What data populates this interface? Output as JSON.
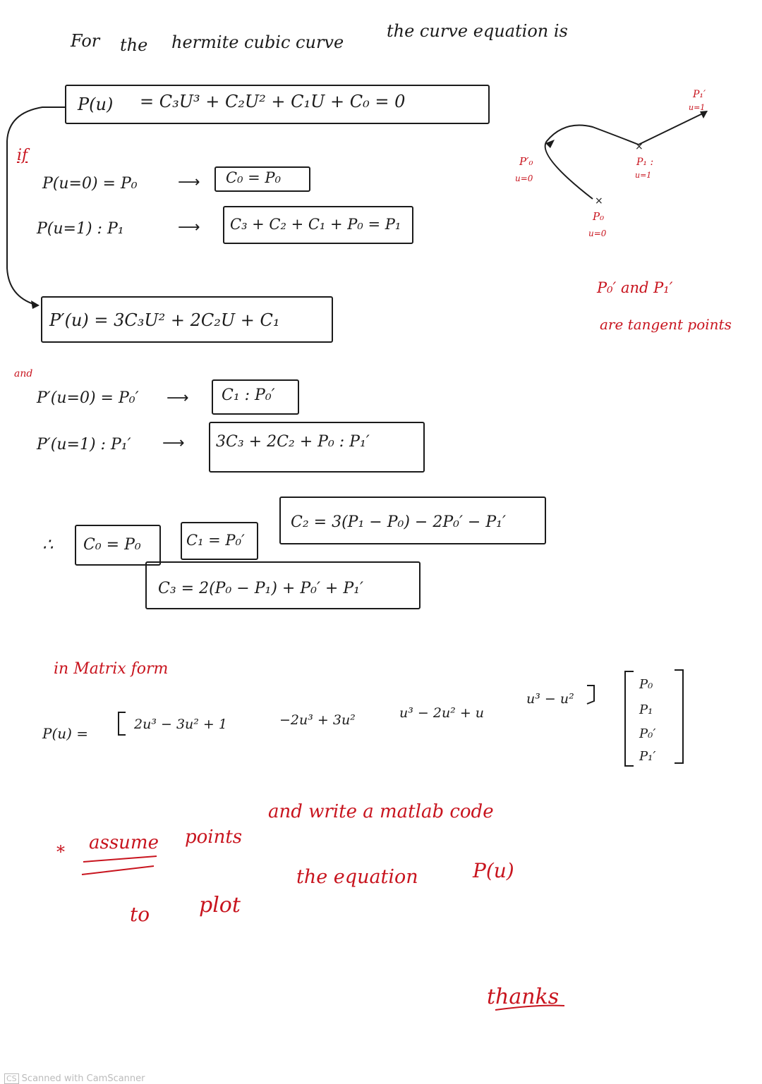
{
  "header": {
    "w1": "For",
    "w2": "the",
    "w3": "hermite cubic curve",
    "w4": "the curve equation is"
  },
  "equations": {
    "pu_lhs": "P(u)",
    "pu_rhs": "=  C₃U³ + C₂U² + C₁U + C₀  = 0",
    "if_label": "if",
    "p0_line": "P(u=0)  = P₀",
    "p0_box": "C₀ = P₀",
    "p1_line": "P(u=1)  : P₁",
    "p1_box": "C₃ + C₂ + C₁ + P₀ = P₁",
    "dpu": "P′(u)  = 3C₃U² + 2C₂U + C₁",
    "and_label": "and",
    "dp0_line": "P′(u=0) = P₀′",
    "dp0_box": "C₁ : P₀′",
    "dp1_line": "P′(u=1) : P₁′",
    "dp1_box": "3C₃ + 2C₂ + P₀ : P₁′",
    "therefore": "∴",
    "c0": "C₀ = P₀",
    "c1": "C₁ = P₀′",
    "c2": "C₂ = 3(P₁ − P₀) − 2P₀′ − P₁′",
    "c3": "C₃ =  2(P₀ − P₁) + P₀′ + P₁′"
  },
  "diagram": {
    "p1prime": "P₁′",
    "u1_top": "u=1",
    "p0prime": "P′₀",
    "u0_left": "u=0",
    "p1": "P₁ :",
    "u1_mid": "u=1",
    "p0": "P₀",
    "u0_bottom": "u=0",
    "tangent_line1": "P₀′ and P₁′",
    "tangent_line2": "are  tangent points"
  },
  "matrix": {
    "title": "in Matrix form",
    "lhs": "P(u)  =",
    "t1": "2u³ − 3u² + 1",
    "t2": "−2u³ + 3u²",
    "t3": "u³ − 2u² + u",
    "t4": "u³ − u²",
    "v1": "P₀",
    "v2": "P₁",
    "v3": "P₀′",
    "v4": "P₁′"
  },
  "request": {
    "star": "*",
    "line1a": "assume",
    "line1b": "points",
    "line1c": "and write a matlab code",
    "line2a": "to",
    "line2b": "plot",
    "line2c": "the equation",
    "line2d": "P(u)",
    "thanks": "thanks"
  },
  "footer": {
    "badge": "CS",
    "text": "Scanned with CamScanner"
  },
  "colors": {
    "ink": "#1b1b1b",
    "red_ink": "#c8141e"
  }
}
